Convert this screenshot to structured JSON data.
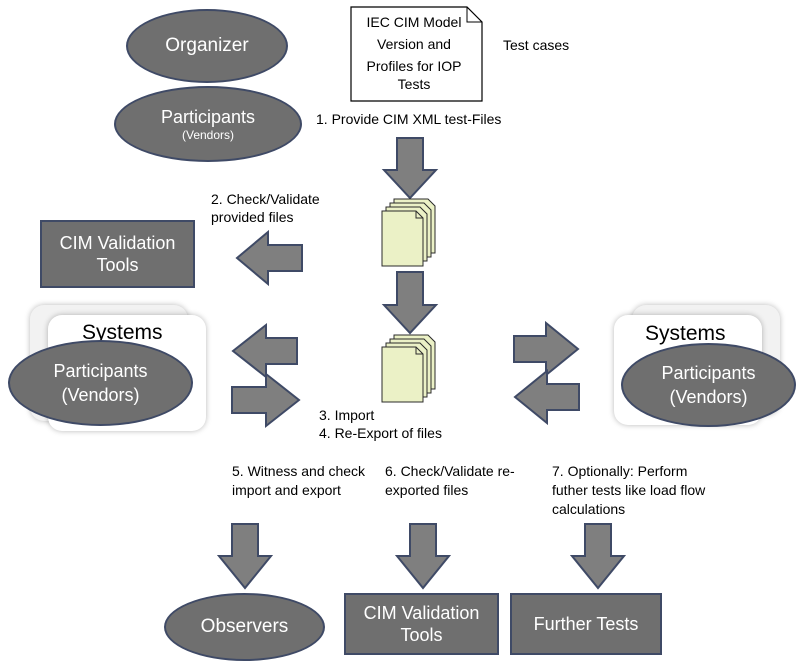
{
  "doc": {
    "title_lines": [
      "IEC CIM Model",
      "Version and",
      "Profiles for IOP",
      "Tests"
    ],
    "test_cases": "Test cases"
  },
  "actors": {
    "organizer": "Organizer",
    "participants_top": "Participants",
    "participants_top_sub": "(Vendors)",
    "participants_left": "Participants",
    "participants_left_sub": "(Vendors)",
    "participants_right": "Participants",
    "participants_right_sub": "(Vendors)",
    "observers": "Observers"
  },
  "systems": {
    "left": "Systems",
    "right": "Systems"
  },
  "tools": {
    "validation_top_l1": "CIM Validation",
    "validation_top_l2": "Tools",
    "validation_bottom_l1": "CIM Validation",
    "validation_bottom_l2": "Tools",
    "further_tests": "Further Tests"
  },
  "steps": {
    "s1": "1. Provide CIM XML test-Files",
    "s2_l1": "2. Check/Validate",
    "s2_l2": "provided files",
    "s3": "3. Import",
    "s4": "4. Re-Export of files",
    "s5_l1": "5. Witness and check",
    "s5_l2": "import and export",
    "s6_l1": "6. Check/Validate re-",
    "s6_l2": "exported  files",
    "s7_l1": "7. Optionally: Perform",
    "s7_l2": "futher tests like load flow",
    "s7_l3": "calculations"
  },
  "colors": {
    "shape_fill": "#6f6f6f",
    "shape_border": "#3f4a66",
    "arrow_fill": "#7f7f7f",
    "arrow_stroke": "#3f4a66",
    "file_fill": "#ebf1c6"
  }
}
